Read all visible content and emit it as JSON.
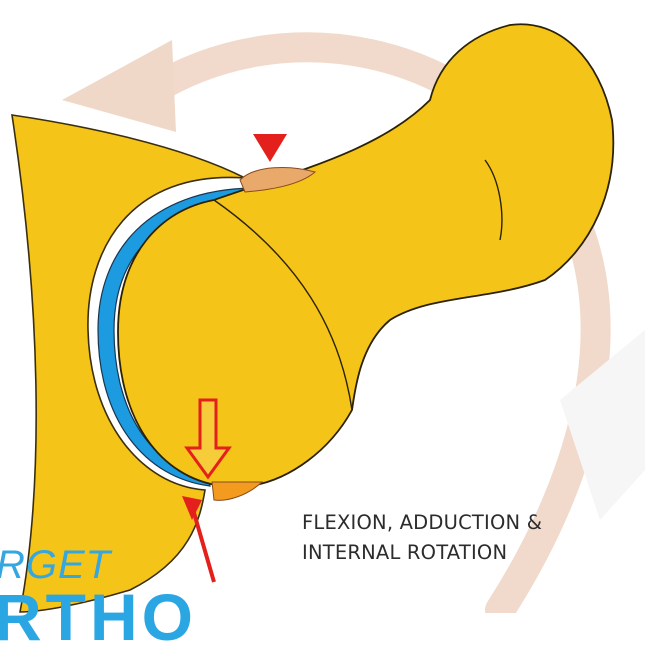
{
  "caption": {
    "line1": "FLEXION, ADDUCTION &",
    "line2": "INTERNAL ROTATION"
  },
  "watermark": {
    "line1": "RGET",
    "line2": "RTHO"
  },
  "colors": {
    "bone": "#f5c419",
    "cartilage": "#1c9be0",
    "rotation_arrow": "#f0d8c8",
    "impingement_marker": "#e3201b",
    "lesion": "#e8a96b",
    "caption_text": "#2c2c2c",
    "watermark_text": "#2aa6e3"
  },
  "markers": {
    "top": "red-triangle-marker",
    "bottom": "hollow-red-arrow-marker",
    "pointer": "red-pointer-arrow"
  }
}
